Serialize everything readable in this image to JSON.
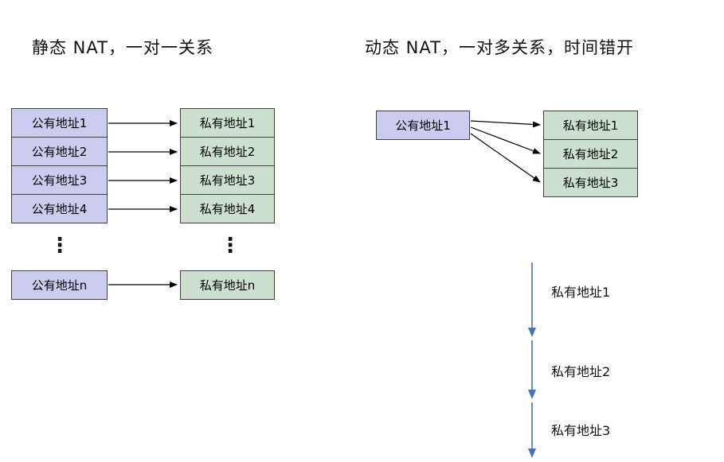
{
  "left": {
    "title": "静态 NAT，一对一关系",
    "public_boxes": [
      "公有地址1",
      "公有地址2",
      "公有地址3",
      "公有地址4"
    ],
    "private_boxes": [
      "私有地址1",
      "私有地址2",
      "私有地址3",
      "私有地址4"
    ],
    "ellipsis": "⋮",
    "public_n": "公有地址n",
    "private_n": "私有地址n"
  },
  "right": {
    "title": "动态 NAT，一对多关系，时间错开",
    "public_box": "公有地址1",
    "private_boxes": [
      "私有地址1",
      "私有地址2",
      "私有地址3"
    ],
    "timeline_labels": [
      "私有地址1",
      "私有地址2",
      "私有地址3"
    ]
  },
  "colors": {
    "public_fill": "#ccccf0",
    "private_fill": "#cde0ce",
    "box_border": "#404040",
    "arrow": "#000000",
    "timeline": "#4472c4"
  }
}
